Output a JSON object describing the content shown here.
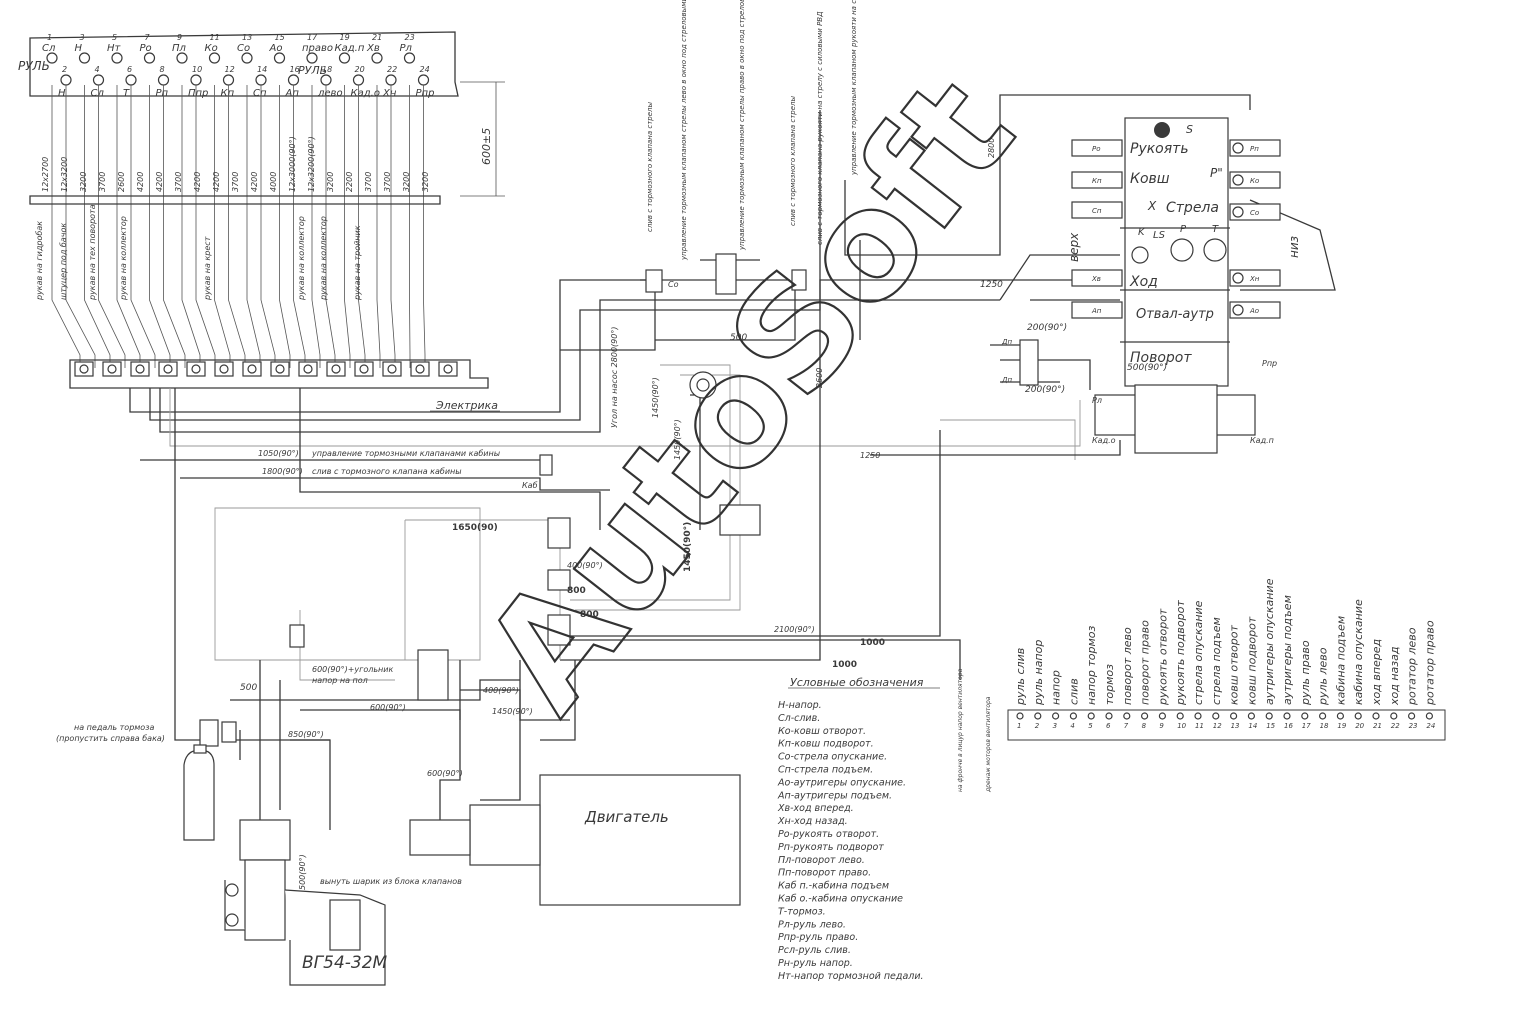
{
  "top_connectors": {
    "row1": [
      {
        "num": "1",
        "label": "Сл"
      },
      {
        "num": "3",
        "label": "Н"
      },
      {
        "num": "5",
        "label": "Нт"
      },
      {
        "num": "7",
        "label": "Ро"
      },
      {
        "num": "9",
        "label": "Пл"
      },
      {
        "num": "11",
        "label": "Ко"
      },
      {
        "num": "13",
        "label": "Со"
      },
      {
        "num": "15",
        "label": "Ао"
      },
      {
        "num": "17",
        "label": "право"
      },
      {
        "num": "19",
        "label": "Кад.п"
      },
      {
        "num": "21",
        "label": "Хв"
      },
      {
        "num": "23",
        "label": "Рл"
      }
    ],
    "row2": [
      {
        "num": "2",
        "label": "Н"
      },
      {
        "num": "4",
        "label": "Сл"
      },
      {
        "num": "6",
        "label": "Т"
      },
      {
        "num": "8",
        "label": "Рп"
      },
      {
        "num": "10",
        "label": "Ппр"
      },
      {
        "num": "12",
        "label": "Кп"
      },
      {
        "num": "14",
        "label": "Сп"
      },
      {
        "num": "16",
        "label": "Ап"
      },
      {
        "num": "18",
        "label": "лево"
      },
      {
        "num": "20",
        "label": "Кад.о"
      },
      {
        "num": "22",
        "label": "Хн"
      },
      {
        "num": "24",
        "label": "Рпр"
      }
    ],
    "rul_label": "РУЛЬ",
    "rul_label2": "РУЛЬ"
  },
  "dimension_600": "600±5",
  "hose_lengths": [
    "12х2700",
    "12х3200",
    "3200",
    "3700",
    "2600",
    "4200",
    "4200",
    "3700",
    "4200",
    "4200",
    "3700",
    "4200",
    "4000",
    "12х3000(90°)",
    "12х3200(90°)",
    "3200",
    "2200",
    "3700",
    "3700",
    "3200",
    "3200"
  ],
  "hose_notes": [
    "рукав на гидробак",
    "штуцер под бачок",
    "рукав на тех поворота",
    "рукав на коллектор",
    "рукав на крест",
    "рукав на коллектор",
    "рукав на коллектор",
    "рукав на тройник"
  ],
  "electrics_label": "Электрика",
  "valve_block": {
    "sections": [
      "Рукоять",
      "Ковш",
      "Стрела",
      "Ход",
      "Отвал-аутр",
      "Поворот"
    ],
    "side_left": "верх",
    "side_right": "низ",
    "port_s": "S",
    "port_p": "Р\"",
    "port_x": "Х",
    "port_k": "K",
    "port_ls": "LS",
    "port_p2": "Р",
    "port_t": "Т",
    "left_ports": [
      "Ро",
      "Кп",
      "Сп",
      "Хв",
      "Ап"
    ],
    "right_ports": [
      "Рп",
      "Ко",
      "Со",
      "Хн",
      "Ао"
    ],
    "bottom_ports": [
      "Рл",
      "Рпр",
      "Кад.о",
      "Кад.п"
    ],
    "dim_2800": "2800",
    "dim_1250": "1250",
    "dim_200a": "200(90°)",
    "dim_200b": "200(90°)",
    "dim_500": "500(90°)",
    "dn": "Дп",
    "dp": "Дп"
  },
  "vertical_notes": [
    "слив с тормозного клапана стрелы",
    "управление тормозным клапаном стрелы лево в окно под стреловыми рогами",
    "управление тормозным клапаном стрелы право в окно под стреловыми рогами",
    "слив с тормозного клапана стрелы",
    "слив с тормозного клапана рукояти на стрелу с силовыми РВД",
    "управление тормозным клапаном рукояти на стрелу с силовыми РВД"
  ],
  "mid_labels": {
    "co": "Со",
    "d500": "500",
    "suction": "Угол на насос 2800(90°)",
    "d1450a": "1450(90°)",
    "d1450b": "1450(90°)",
    "d2600": "2600",
    "d1250": "1250",
    "line1050": "1050(90°)",
    "line1050_text": "управление тормозными клапанами кабины",
    "line1800": "1800(90°)",
    "line1800_text": "слив с тормозного клапана кабины",
    "kab": "Каб",
    "d1650": "1650(90)",
    "d1450c": "1450(90°)",
    "d400a": "400(90°)",
    "d800a": "800",
    "d800b": "800",
    "d2100": "2100(90°)",
    "d1000a": "1000",
    "d1000b": "1000",
    "d500b": "500",
    "d600a": "600(90°)+угольник",
    "d600a_2": "напор на пол",
    "d400b": "400(90°)",
    "d600b": "600(90°)",
    "d1450d": "1450(90°)",
    "d850": "850(90°)",
    "d600c": "600(90°)",
    "d500c": "500(90°)",
    "pedal1": "на педаль тормоза",
    "pedal2": "(пропустить справа бака)",
    "ball": "вынуть шарик из блока клапанов",
    "pump": "ВГ54-32М",
    "engine": "Двигатель",
    "vent1": "на фронче в лицур напор вентилятора",
    "vent2": "дренаж моторов вентилятора"
  },
  "legend": {
    "title": "Условные обозначения",
    "items": [
      "Н-напор.",
      "Сл-слив.",
      "Ко-ковш отворот.",
      "Кп-ковш подворот.",
      "Со-стрела опускание.",
      "Сп-стрела подъем.",
      "Ао-аутригеры опускание.",
      "Ап-аутригеры подъем.",
      "Хв-ход вперед.",
      "Хн-ход назад.",
      "Ро-рукоять отворот.",
      "Рп-рукоять подворот",
      "Пл-поворот лево.",
      "Пп-поворот право.",
      "Каб п.-кабина подъем",
      "Каб о.-кабина опускание",
      "Т-тормоз.",
      "Рл-руль лево.",
      "Рпр-руль право.",
      "Рсл-руль слив.",
      "Рн-руль напор.",
      "Нт-напор тормозной педали."
    ]
  },
  "port_table": {
    "numbers": [
      "1",
      "2",
      "3",
      "4",
      "5",
      "6",
      "7",
      "8",
      "9",
      "10",
      "11",
      "12",
      "13",
      "14",
      "15",
      "16",
      "17",
      "18",
      "19",
      "20",
      "21",
      "22",
      "23",
      "24"
    ],
    "labels": [
      "руль слив",
      "руль напор",
      "напор",
      "слив",
      "напор тормоз",
      "тормоз",
      "поворот лево",
      "поворот право",
      "рукоять отворот",
      "рукоять подворот",
      "стрела опускание",
      "стрела подъем",
      "ковш отворот",
      "ковш подворот",
      "аутригеры опускание",
      "аутригеры подъем",
      "руль право",
      "руль лево",
      "кабина подъем",
      "кабина опускание",
      "ход вперед",
      "ход назад",
      "ротатор лево",
      "ротатор право"
    ]
  },
  "watermark": "AutoSoft"
}
